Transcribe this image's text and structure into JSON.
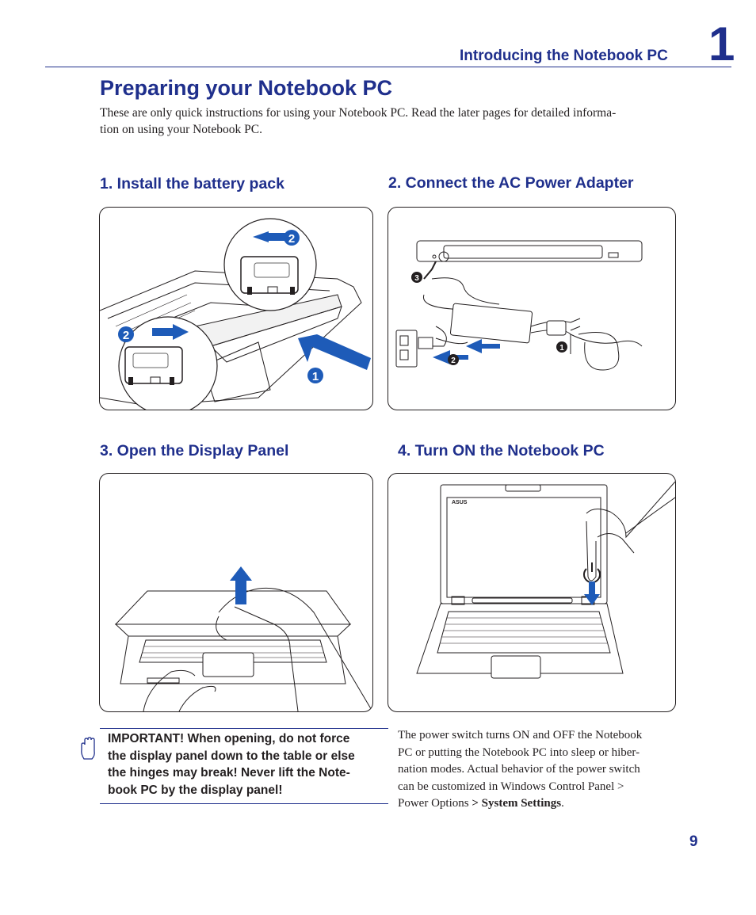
{
  "header": {
    "chapter_title": "Introducing the Notebook PC",
    "chapter_number": "1"
  },
  "page": {
    "title": "Preparing your Notebook PC",
    "intro_line1": "These are only quick instructions for using your Notebook PC. Read the later pages for detailed informa-",
    "intro_line2": "tion on using your Notebook PC."
  },
  "steps": [
    {
      "heading": "1. Install the battery pack",
      "markers": [
        "2",
        "2",
        "1"
      ]
    },
    {
      "heading": "2. Connect the AC Power Adapter",
      "markers": [
        "3",
        "1",
        "2"
      ]
    },
    {
      "heading": "3. Open the Display Panel"
    },
    {
      "heading": "4. Turn ON the Notebook PC",
      "screen_logo": "ASUS"
    }
  ],
  "important": {
    "lines": [
      "IMPORTANT!  When opening, do not force",
      "the display panel down to the table or else",
      "the hinges may break! Never lift the Note-",
      "book PC by the display panel!"
    ]
  },
  "power_note": {
    "line1": "The power switch turns ON and OFF the Notebook",
    "line2": "PC or putting the Notebook PC into sleep or hiber-",
    "line3": "nation modes. Actual behavior of the power switch",
    "line4": "can be customized in Windows Control Panel >",
    "line5_prefix": "Power Options ",
    "line5_bold": "> System Settings",
    "line5_suffix": "."
  },
  "footer": {
    "page_number": "9"
  },
  "colors": {
    "accent": "#1f2f8c",
    "arrow_blue": "#1e5bb8",
    "text": "#231f20"
  }
}
